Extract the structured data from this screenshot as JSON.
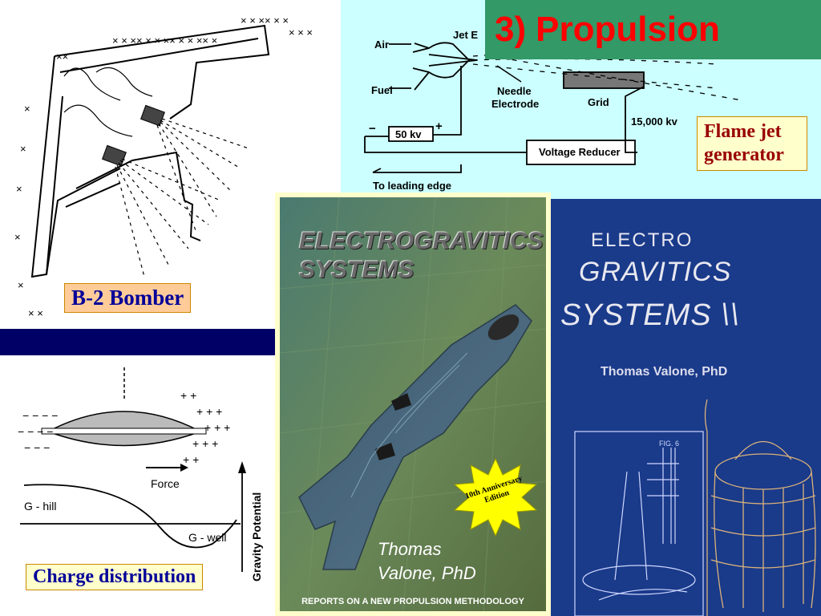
{
  "slide": {
    "title_number": "3)",
    "title_text": "Propulsion",
    "bg_color": "#000066",
    "title_color": "#ff0000",
    "title_bg": "#339966"
  },
  "bomber": {
    "label": "B-2 Bomber"
  },
  "flame": {
    "label": "Flame jet generator",
    "labels": {
      "air": "Air",
      "jet": "Jet E",
      "fuel": "Fuel",
      "needle1": "Needle",
      "needle2": "Electrode",
      "grid": "Grid",
      "kv50": "50 kv",
      "kv15000": "15,000 kv",
      "reducer": "Voltage Reducer",
      "leading": "To leading edge"
    }
  },
  "charge": {
    "label": "Charge distribution",
    "labels": {
      "force": "Force",
      "hill": "G - hill",
      "well": "G - well",
      "potential": "Gravity Potential"
    }
  },
  "book1": {
    "title_line1": "ELECTROGRAVITICS",
    "title_line2": "SYSTEMS",
    "badge_line1": "10th Anniversary",
    "badge_line2": "Edition",
    "author_line1": "Thomas",
    "author_line2": "Valone, PhD",
    "footer": "REPORTS ON A NEW PROPULSION METHODOLOGY"
  },
  "book2": {
    "line1": "ELECTRO",
    "line2": "GRAVITICS",
    "line3": "SYSTEMS \\\\",
    "author": "Thomas Valone, PhD",
    "fig": "FIG. 6"
  }
}
